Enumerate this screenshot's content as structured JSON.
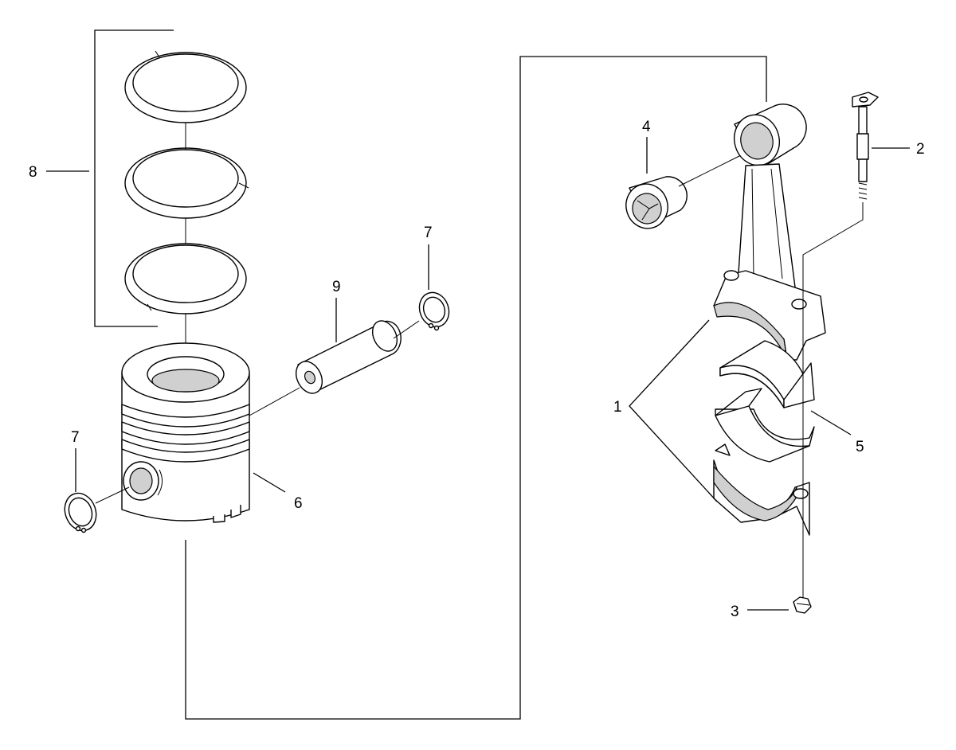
{
  "callouts": [
    {
      "id": "1",
      "text": "1"
    },
    {
      "id": "2",
      "text": "2"
    },
    {
      "id": "3",
      "text": "3"
    },
    {
      "id": "4",
      "text": "4"
    },
    {
      "id": "5",
      "text": "5"
    },
    {
      "id": "6",
      "text": "6"
    },
    {
      "id": "7a",
      "text": "7"
    },
    {
      "id": "7b",
      "text": "7"
    },
    {
      "id": "8",
      "text": "8"
    },
    {
      "id": "9",
      "text": "9"
    }
  ],
  "colors": {
    "line": "#000000",
    "background": "#ffffff",
    "shade": "#d0d0d0"
  }
}
